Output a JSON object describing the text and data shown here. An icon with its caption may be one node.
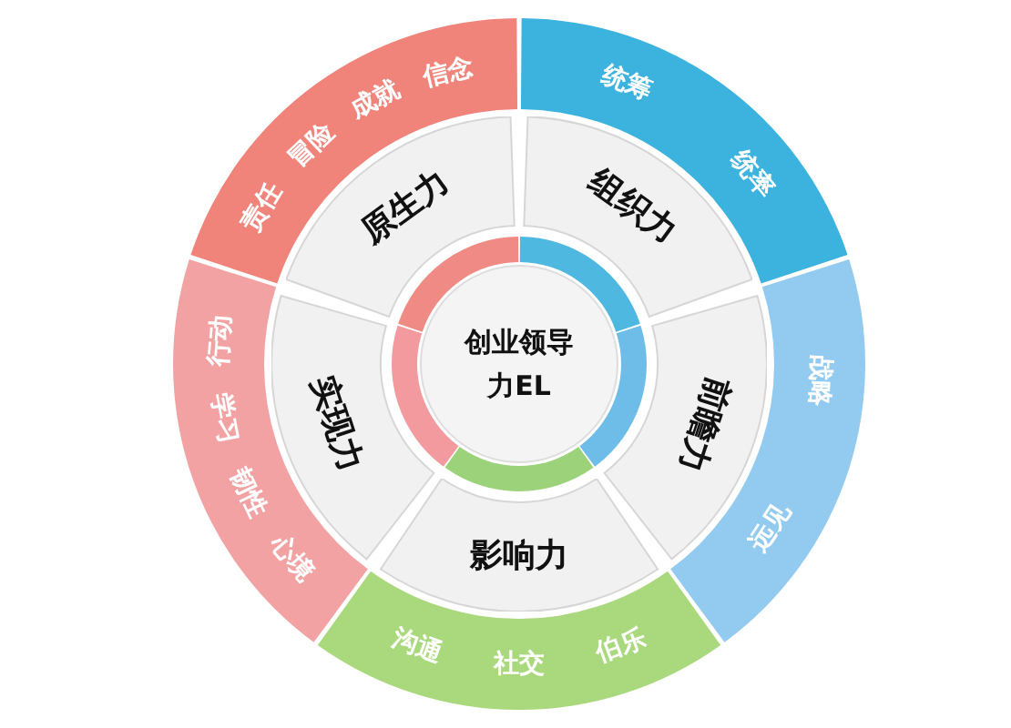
{
  "diagram": {
    "nodes": [
      {
        "text": [
          "创业领导力EL"
        ]
      },
      {
        "text": [
          "原生力"
        ]
      },
      {
        "text": [
          "责任",
          "冒险",
          "成就",
          "信念"
        ]
      },
      {
        "text": [
          "组织力"
        ]
      },
      {
        "text": [
          "统筹",
          "统率"
        ]
      },
      {
        "text": [
          "前瞻力"
        ]
      },
      {
        "text": [
          "战略",
          "远见"
        ]
      },
      {
        "text": [
          "影响力"
        ]
      },
      {
        "text": [
          "沟通",
          "社交",
          "伯乐"
        ]
      },
      {
        "text": [
          "实现力"
        ]
      },
      {
        "text": [
          "行动",
          "学习",
          "韧性",
          "心境"
        ]
      }
    ]
  }
}
